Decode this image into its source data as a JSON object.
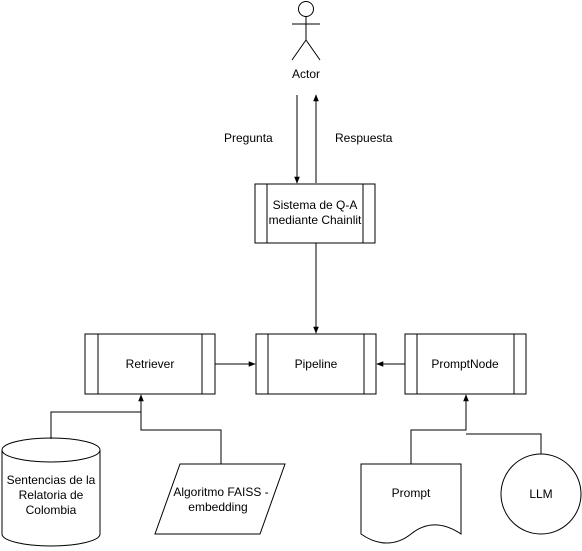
{
  "nodes": {
    "actor": {
      "label": "Actor"
    },
    "qa_system": {
      "label_line1": "Sistema de Q-A",
      "label_line2": "mediante Chainlit"
    },
    "retriever": {
      "label": "Retriever"
    },
    "pipeline": {
      "label": "Pipeline"
    },
    "prompt_node": {
      "label": "PromptNode"
    },
    "sentencias_db": {
      "label_line1": "Sentencias de la",
      "label_line2": "Relatoria de",
      "label_line3": "Colombia"
    },
    "faiss": {
      "label_line1": "Algoritmo FAISS -",
      "label_line2": "embedding"
    },
    "prompt_doc": {
      "label": "Prompt"
    },
    "llm": {
      "label": "LLM"
    }
  },
  "edges": {
    "pregunta": {
      "label": "Pregunta"
    },
    "respuesta": {
      "label": "Respuesta"
    }
  }
}
